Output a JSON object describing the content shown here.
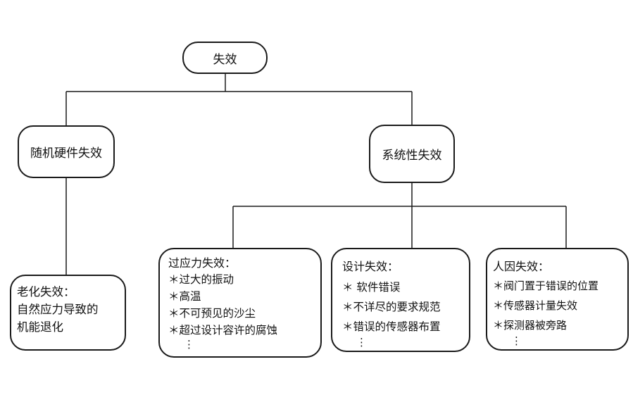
{
  "root": {
    "label": "失效"
  },
  "random_hw": {
    "label": "随机硬件失效"
  },
  "aging": {
    "title": "老化失效：",
    "lines": [
      "自然应力导致的",
      "机能退化"
    ]
  },
  "systematic": {
    "label": "系统性失效"
  },
  "overstress": {
    "title": "过应力失效：",
    "items": [
      "＊过大的振动",
      "＊高温",
      "＊不可预见的沙尘",
      "＊超过设计容许的腐蚀"
    ],
    "ellipsis": "⋮"
  },
  "design": {
    "title": "设计失效：",
    "items": [
      "＊ 软件错误",
      "＊不详尽的要求规范",
      "＊错误的传感器布置"
    ],
    "ellipsis": "⋮"
  },
  "human": {
    "title": "人因失效：",
    "items": [
      "＊阀门置于错误的位置",
      "＊传感器计量失效",
      "＊探测器被旁路"
    ],
    "ellipsis": "⋮"
  }
}
